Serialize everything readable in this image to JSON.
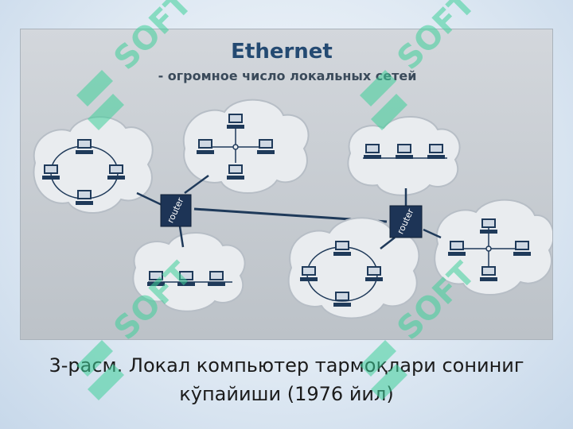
{
  "slide": {
    "figure": {
      "title": "Ethernet",
      "subtitle": "- огромное число локальных сетей",
      "router_left_label": "router",
      "router_right_label": "router",
      "colors": {
        "figure_bg": "#c6cbd1",
        "cloud_fill": "#e9ecef",
        "cloud_stroke": "#b7bec6",
        "link": "#1f3a5a",
        "router": "#1d3456",
        "title": "#244a72"
      }
    },
    "caption": {
      "line1": "3-расм. Локал компьютер тармоқлари сониниг",
      "line2": "кўпайиши (1976 йил)"
    },
    "watermark": {
      "text": "SOFT",
      "color": "#3fcf9a"
    }
  }
}
